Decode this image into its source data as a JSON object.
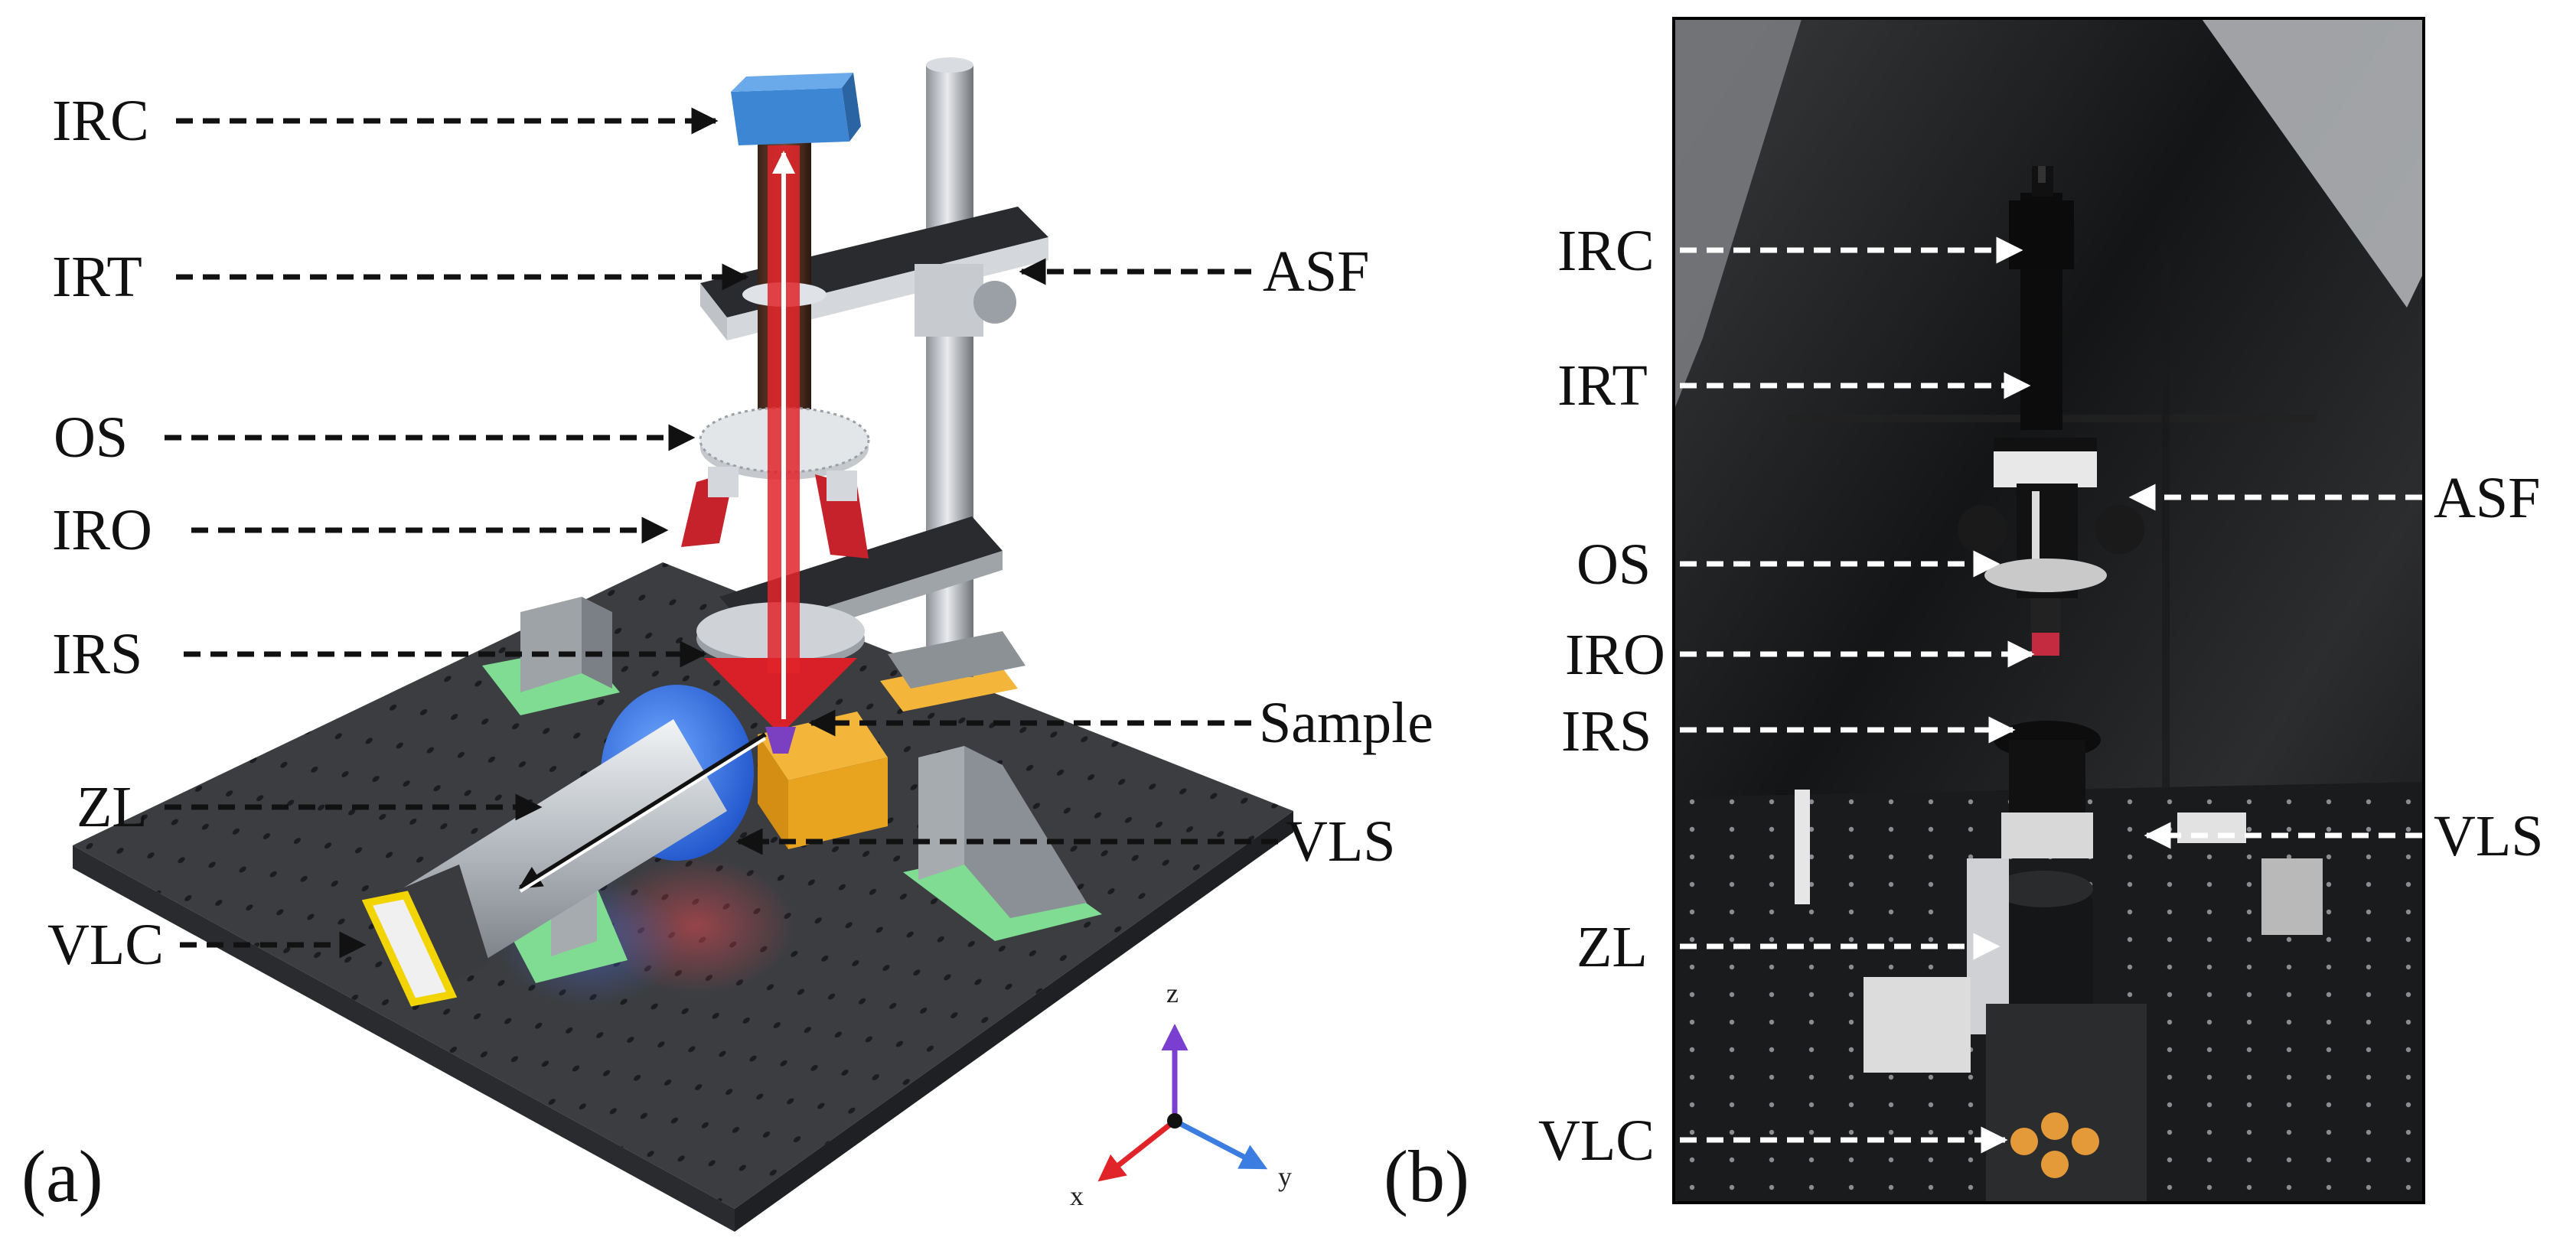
{
  "panel_a": {
    "tag": "(a)",
    "labels": {
      "irc": "IRC",
      "irt": "IRT",
      "os": "OS",
      "iro": "IRO",
      "irs": "IRS",
      "zl": "ZL",
      "vlc": "VLC",
      "asf": "ASF",
      "sample": "Sample",
      "vls": "VLS"
    },
    "axes": {
      "z": "z",
      "x": "x",
      "y": "y"
    }
  },
  "panel_b": {
    "tag": "(b)",
    "labels": {
      "irc": "IRC",
      "irt": "IRT",
      "os": "OS",
      "iro": "IRO",
      "irs": "IRS",
      "zl": "ZL",
      "vlc": "VLC",
      "asf": "ASF",
      "vls": "VLS"
    }
  },
  "colors": {
    "arrow_a": "#111111",
    "arrow_b": "#ffffff",
    "laser": "#e0252a",
    "table": "#3b3d41",
    "axis_z": "#7a3fd0",
    "axis_x": "#e0242a",
    "axis_y": "#3b7de0"
  }
}
